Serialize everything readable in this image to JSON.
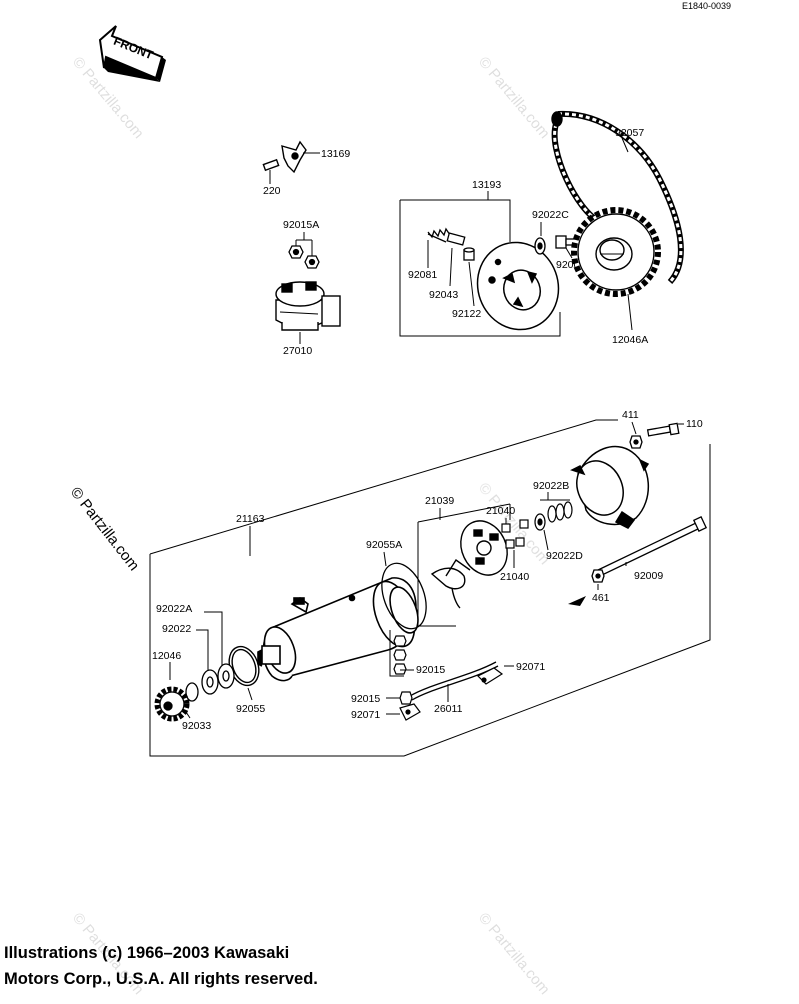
{
  "ref_code": "E1840-0039",
  "front_label": "FRONT",
  "watermark": "© Partzilla.com",
  "copyright": {
    "line1": "Illustrations (c) 1966–2003 Kawasaki",
    "line2": "Motors Corp., U.S.A.  All rights reserved."
  },
  "parts": {
    "p13169": "13169",
    "p220": "220",
    "p92015A": "92015A",
    "p27010": "27010",
    "p13193": "13193",
    "p92081": "92081",
    "p92043": "92043",
    "p92122": "92122",
    "p92022C": "92022C",
    "p92001": "92001",
    "p92057": "92057",
    "p12046A": "12046A",
    "p411": "411",
    "p110": "110",
    "p92022B": "92022B",
    "p21039": "21039",
    "p21040a": "21040",
    "p21040b": "21040",
    "p92022D": "92022D",
    "p92009": "92009",
    "p461": "461",
    "p21163": "21163",
    "p92055A": "92055A",
    "p92022A": "92022A",
    "p92022": "92022",
    "p12046": "12046",
    "p92033": "92033",
    "p92055": "92055",
    "p92015a": "92015",
    "p92071a": "92071",
    "p92015b": "92015",
    "p92071b": "92071",
    "p26011": "26011"
  }
}
